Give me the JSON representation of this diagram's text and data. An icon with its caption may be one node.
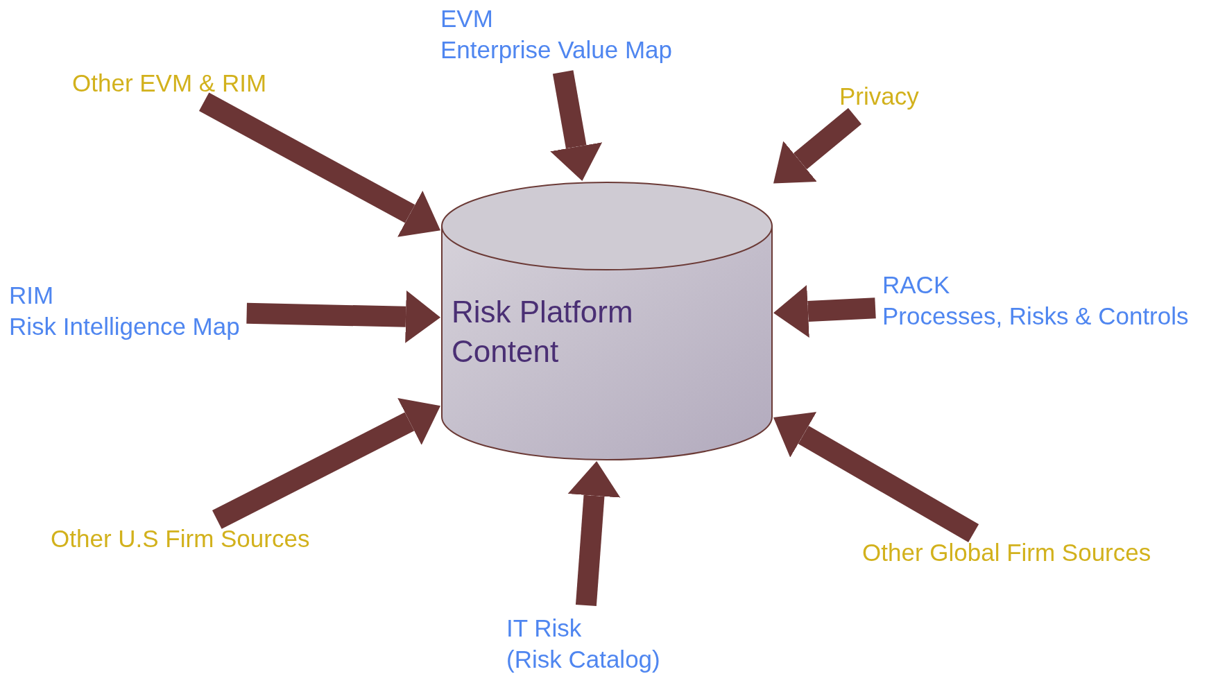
{
  "diagram": {
    "nodes": [
      {
        "text": [
          "Risk Platform Content"
        ]
      },
      {
        "text": [
          "EVM",
          "Enterprise Value Map"
        ]
      },
      {
        "text": [
          "Other EVM & RIM"
        ]
      },
      {
        "text": [
          "Privacy"
        ]
      },
      {
        "text": [
          "RIM",
          "Risk Intelligence Map"
        ]
      },
      {
        "text": [
          "RACK",
          "Processes, Risks & Controls"
        ]
      },
      {
        "text": [
          "Other U.S Firm Sources"
        ]
      },
      {
        "text": [
          "IT Risk",
          "(Risk Catalog)"
        ]
      },
      {
        "text": [
          "Other Global Firm Sources"
        ]
      }
    ],
    "edges": [
      {
        "from": 1,
        "to": 0,
        "arrow": "to"
      },
      {
        "from": 2,
        "to": 0,
        "arrow": "to"
      },
      {
        "from": 3,
        "to": 0,
        "arrow": "to"
      },
      {
        "from": 4,
        "to": 0,
        "arrow": "to"
      },
      {
        "from": 5,
        "to": 0,
        "arrow": "to"
      },
      {
        "from": 6,
        "to": 0,
        "arrow": "to"
      },
      {
        "from": 7,
        "to": 0,
        "arrow": "to"
      },
      {
        "from": 8,
        "to": 0,
        "arrow": "to"
      }
    ]
  }
}
